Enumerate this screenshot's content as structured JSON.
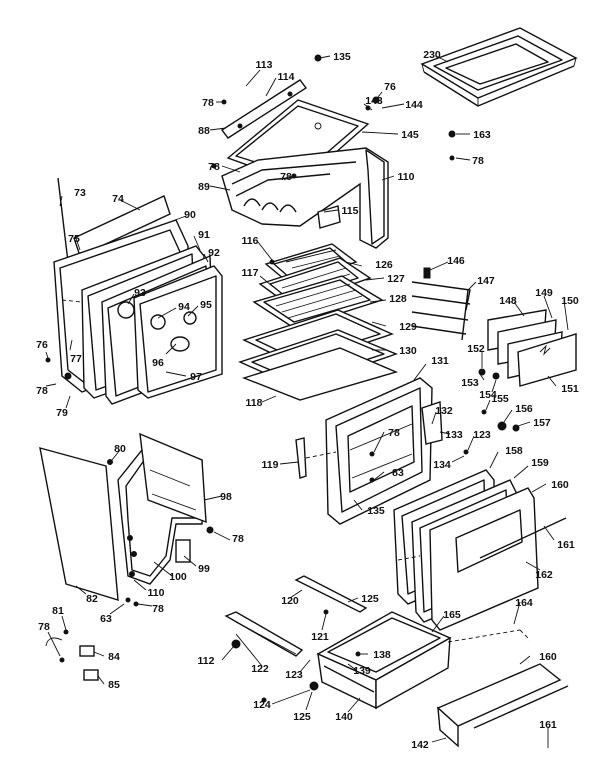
{
  "labels": {
    "l113": "113",
    "l114": "114",
    "l135a": "135",
    "l76a": "76",
    "l144": "144",
    "l230": "230",
    "l78a": "78",
    "l88": "88",
    "l143": "143",
    "l145": "145",
    "l163": "163",
    "l78b": "78",
    "l78c": "78",
    "l78d": "78",
    "l110a": "110",
    "l89": "89",
    "l115": "115",
    "l73": "73",
    "l74": "74",
    "l90": "90",
    "l75": "75",
    "l91": "91",
    "l92": "92",
    "l116": "116",
    "l126": "126",
    "l146": "146",
    "l117": "117",
    "l127": "127",
    "l147": "147",
    "l128": "128",
    "l148": "148",
    "l149": "149",
    "l150": "150",
    "l129": "129",
    "l93": "93",
    "l94": "94",
    "l95": "95",
    "l96": "96",
    "l97": "97",
    "l77": "77",
    "l76b": "76",
    "l78e": "78",
    "l79": "79",
    "l130": "130",
    "l152": "152",
    "l131": "131",
    "l153": "153",
    "l154": "154",
    "l151": "151",
    "l118": "118",
    "l155": "155",
    "l156": "156",
    "l157": "157",
    "l132": "132",
    "l133": "133",
    "l123a": "123",
    "l78f": "78",
    "l119": "119",
    "l83": "83",
    "l134": "134",
    "l158": "158",
    "l159": "159",
    "l80": "80",
    "l98": "98",
    "l135b": "135",
    "l160a": "160",
    "l78g": "78",
    "l161a": "161",
    "l99": "99",
    "l100": "100",
    "l162": "162",
    "l110b": "110",
    "l82": "82",
    "l120": "120",
    "l125a": "125",
    "l164": "164",
    "l63": "63",
    "l81": "81",
    "l78h": "78",
    "l121": "121",
    "l165": "165",
    "l78i": "78",
    "l84": "84",
    "l112": "112",
    "l122": "122",
    "l138": "138",
    "l160b": "160",
    "l123b": "123",
    "l139": "139",
    "l85": "85",
    "l124": "124",
    "l125b": "125",
    "l140": "140",
    "l142": "142",
    "l161b": "161"
  }
}
